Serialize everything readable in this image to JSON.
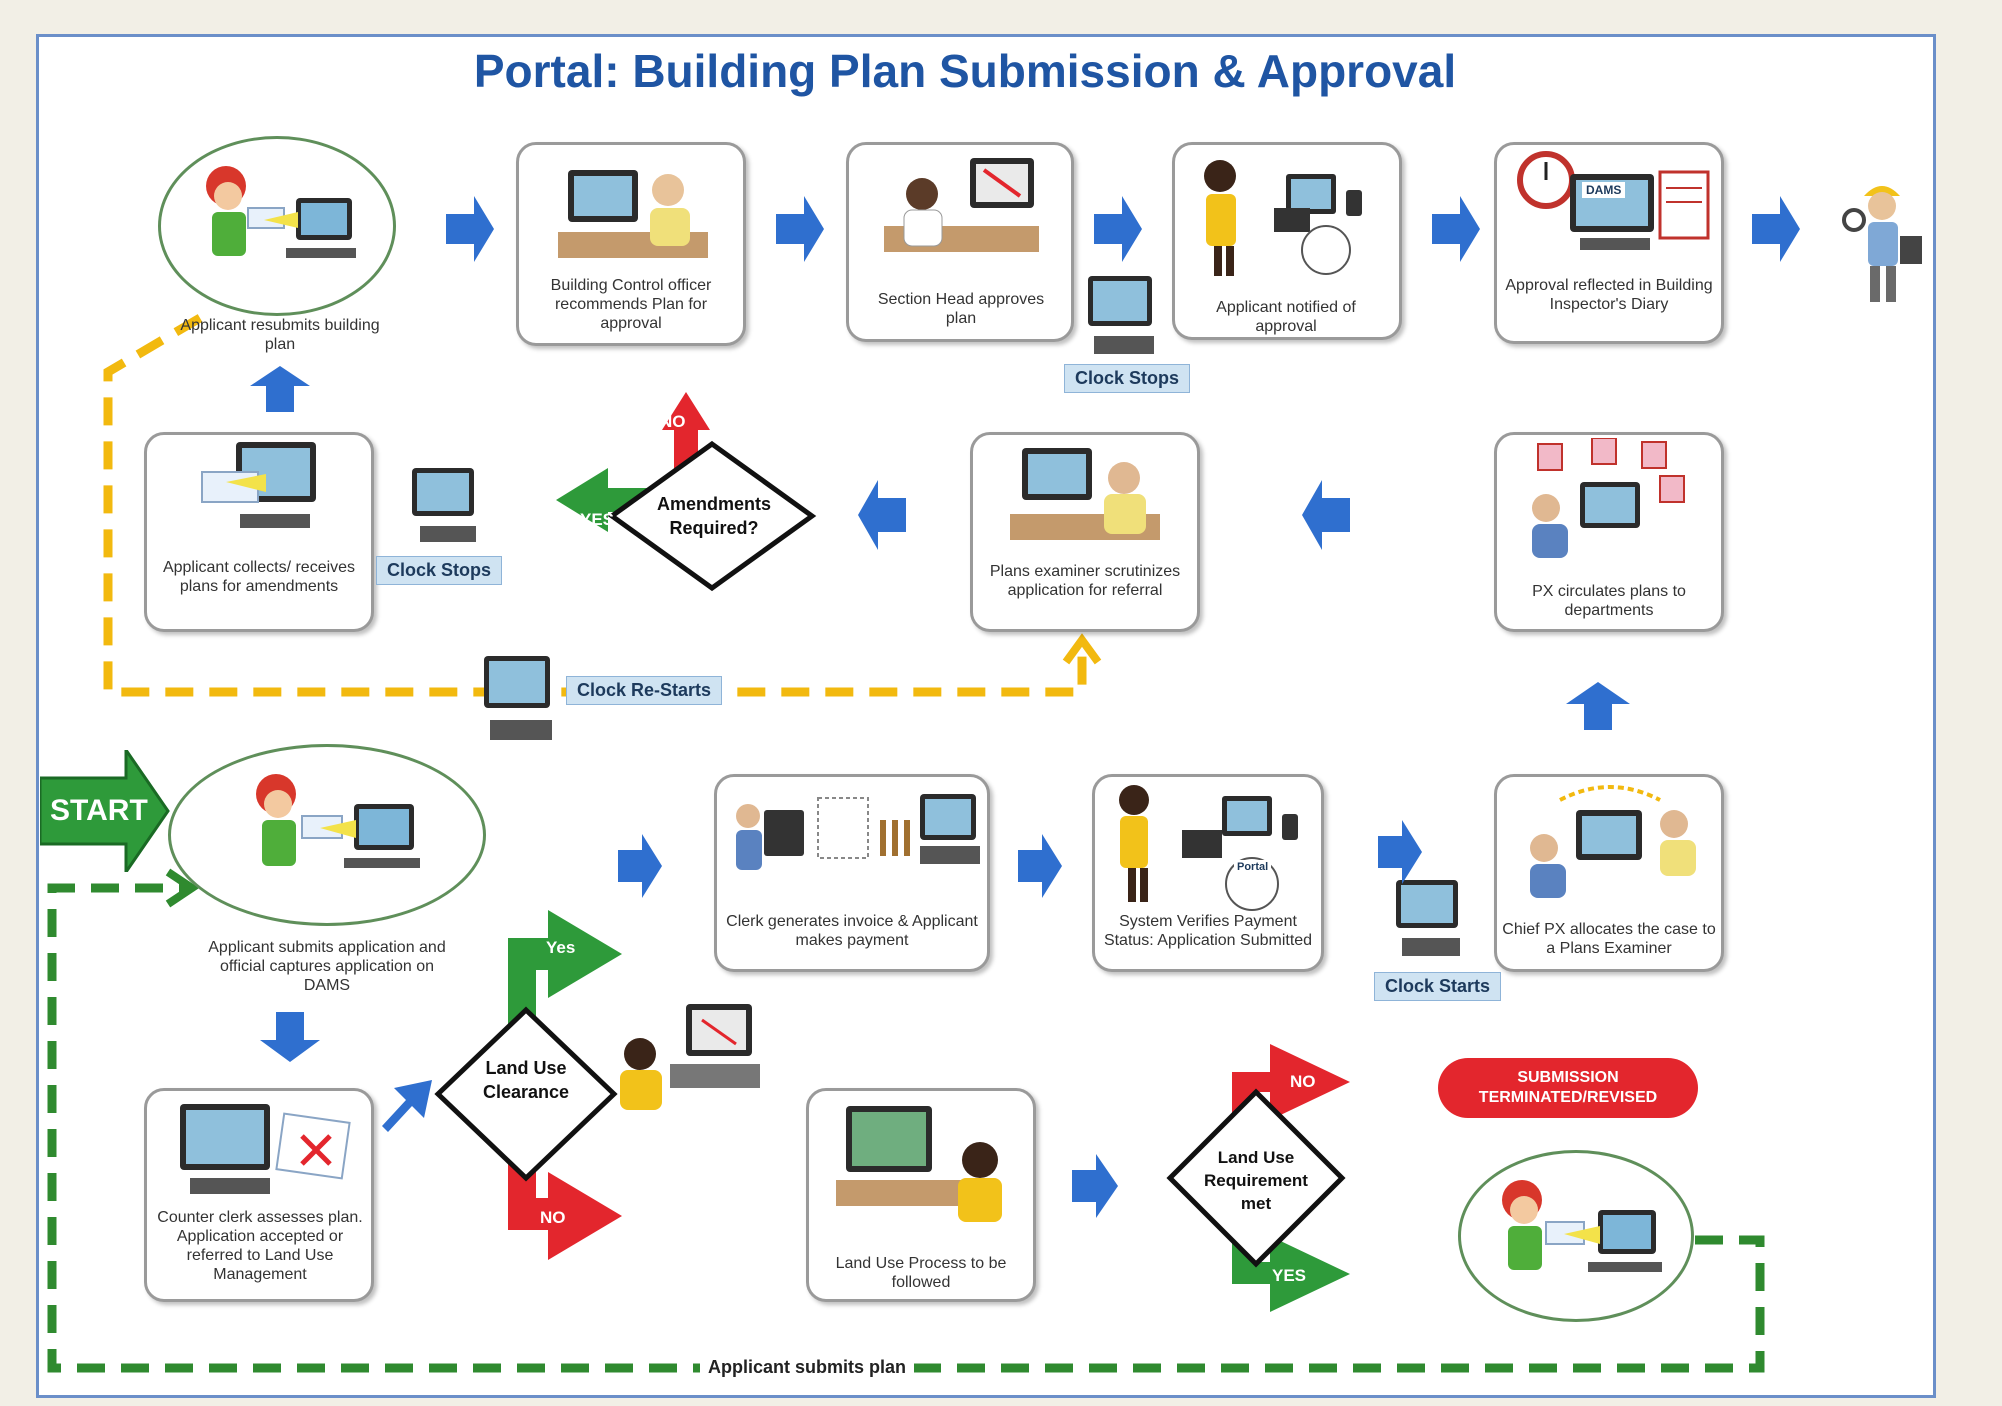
{
  "title": "Portal: Building Plan Submission & Approval",
  "start_label": "START",
  "steps": {
    "resubmit": "Applicant resubmits building plan",
    "bco": "Building Control officer recommends Plan for approval",
    "section_head": "Section Head approves plan",
    "notified": "Applicant notified of approval",
    "diary": "Approval reflected in Building Inspector's Diary",
    "collects": "Applicant collects/ receives plans for amendments",
    "scrutinizes": "Plans examiner scrutinizes application for referral",
    "circulates": "PX circulates plans to departments",
    "submits": "Applicant submits application and official captures application on DAMS",
    "invoice": "Clerk generates invoice & Applicant makes payment",
    "verifies": "System Verifies Payment Status: Application Submitted",
    "allocates": "Chief PX allocates the case to a Plans Examiner",
    "counter": "Counter clerk assesses plan. Application accepted or referred to Land Use Management",
    "land_use_process": "Land Use Process to be followed"
  },
  "decisions": {
    "amendments": "Amendments Required?",
    "land_use_clearance": "Land Use Clearance",
    "land_use_requirement": "Land Use Requirement met"
  },
  "branches": {
    "no_1": "NO",
    "yes_1": "YES",
    "yes_2": "Yes",
    "no_2": "NO",
    "no_3": "NO",
    "yes_3": "YES"
  },
  "clock": {
    "stops_1": "Clock Stops",
    "stops_2": "Clock Stops",
    "restarts": "Clock Re-Starts",
    "starts": "Clock Starts"
  },
  "submission_badge": "SUBMISSION TERMINATED/REVISED",
  "bottom_loop_label": "Applicant submits plan",
  "portal_label": "Portal",
  "dams_label": "DAMS",
  "colors": {
    "title": "#1f55a3",
    "flow_arrow": "#2f6fcf",
    "yes": "#2e9a3a",
    "no": "#e3262d",
    "loop_yellow": "#f2b90f",
    "loop_green": "#2f8a2f"
  }
}
